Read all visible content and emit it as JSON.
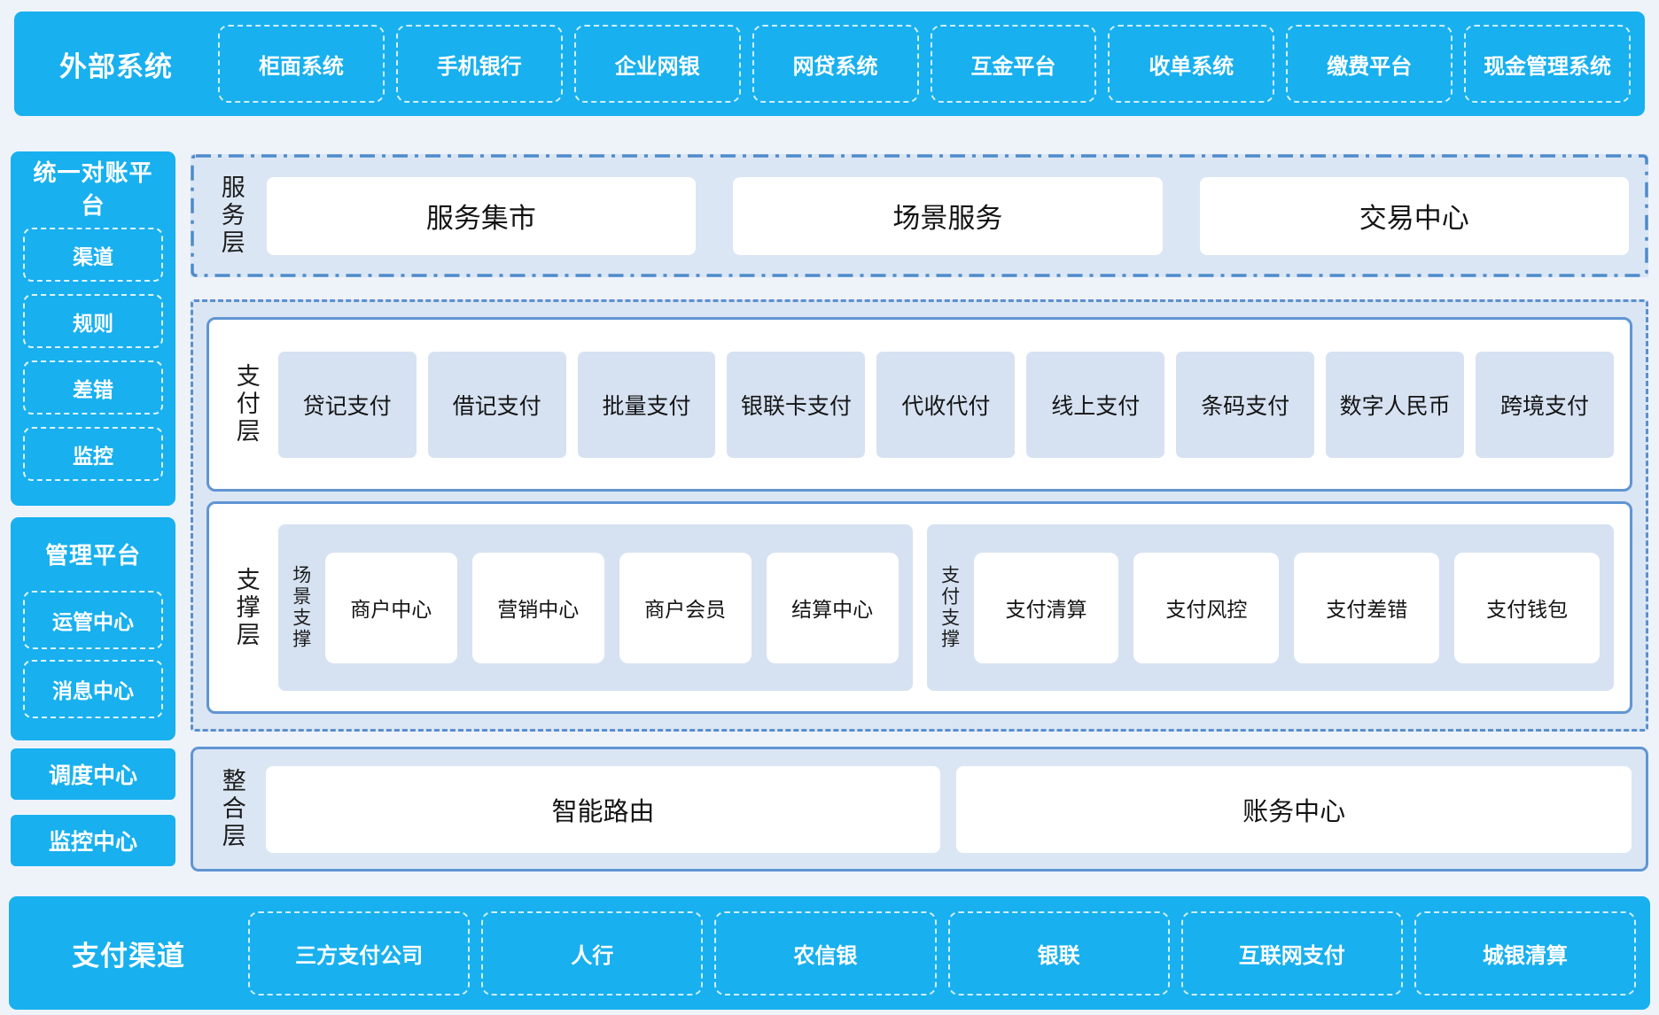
{
  "colors": {
    "accent_blue": "#18b0ef",
    "panel_light_blue": "#dbe6f4",
    "item_light_blue": "#d6e2f2",
    "border_blue": "#6095d3",
    "dashed_border_blue": "#5a8fcd",
    "page_background": "#eef3fa",
    "dark_text": "#141414",
    "white_text": "#ffffff"
  },
  "external_systems": {
    "title": "外部系统",
    "items": [
      "柜面系统",
      "手机银行",
      "企业网银",
      "网贷系统",
      "互金平台",
      "收单系统",
      "缴费平台",
      "现金管理系统"
    ]
  },
  "sidebar": {
    "reconciliation_platform": {
      "title": "统一对账平台",
      "items": [
        "渠道",
        "规则",
        "差错",
        "监控"
      ]
    },
    "management_platform": {
      "title": "管理平台",
      "items": [
        "运管中心",
        "消息中心"
      ]
    },
    "dispatch_center": "调度中心",
    "monitor_center": "监控中心"
  },
  "service_layer": {
    "label": "服务层",
    "items": [
      "服务集市",
      "场景服务",
      "交易中心"
    ]
  },
  "payment_layer": {
    "label": "支付层",
    "items": [
      "贷记支付",
      "借记支付",
      "批量支付",
      "银联卡支付",
      "代收代付",
      "线上支付",
      "条码支付",
      "数字人民币",
      "跨境支付"
    ]
  },
  "support_layer": {
    "label": "支撑层",
    "groups": [
      {
        "label": "场景支撑",
        "items": [
          "商户中心",
          "营销中心",
          "商户会员",
          "结算中心"
        ]
      },
      {
        "label": "支付支撑",
        "items": [
          "支付清算",
          "支付风控",
          "支付差错",
          "支付钱包"
        ]
      }
    ]
  },
  "integration_layer": {
    "label": "整合层",
    "items": [
      "智能路由",
      "账务中心"
    ]
  },
  "payment_channels": {
    "title": "支付渠道",
    "items": [
      "三方支付公司",
      "人行",
      "农信银",
      "银联",
      "互联网支付",
      "城银清算"
    ]
  }
}
